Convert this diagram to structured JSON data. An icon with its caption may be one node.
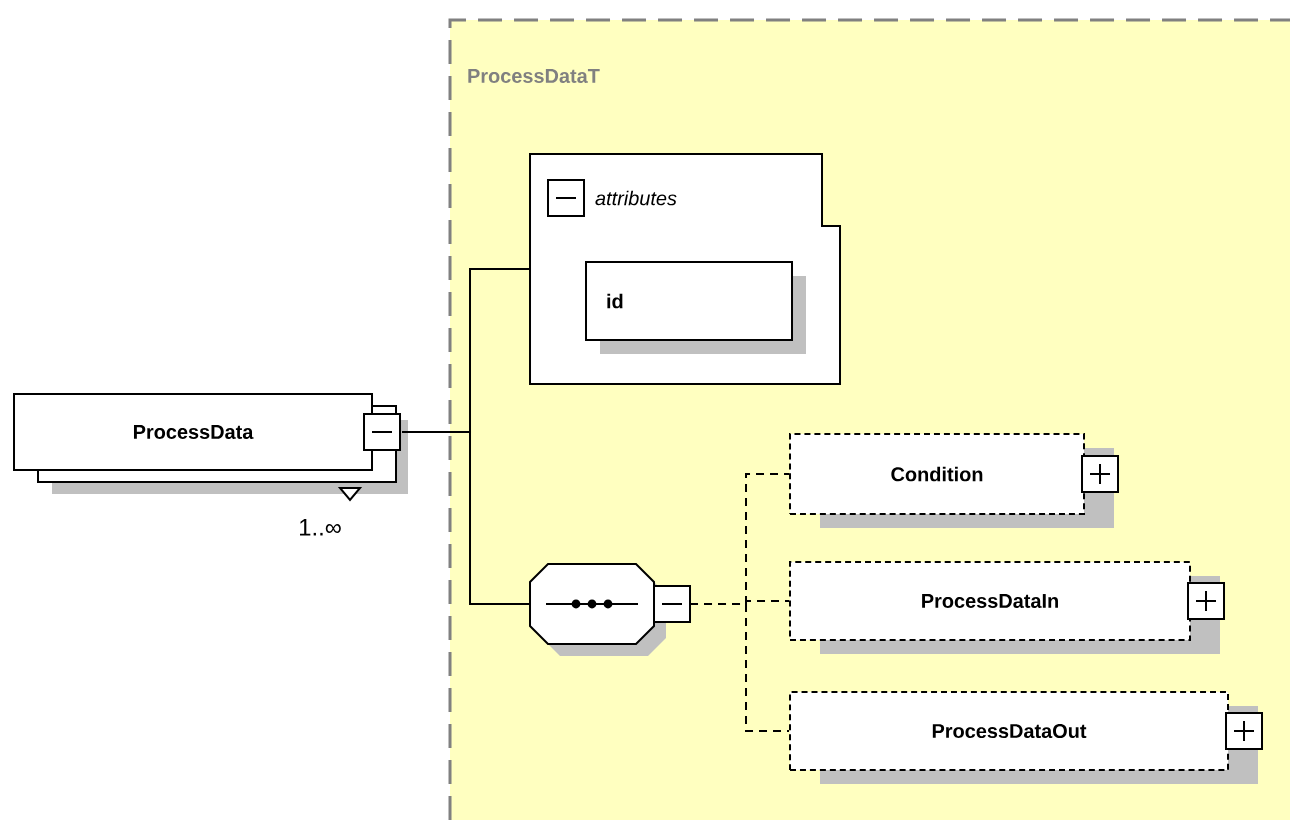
{
  "diagram": {
    "nodes": [
      {
        "text": [
          "ProcessData"
        ],
        "beside": [
          "1..∞"
        ]
      },
      {
        "text": [
          "ProcessDataT"
        ]
      },
      {
        "text": [
          "attributes"
        ],
        "in": 1
      },
      {
        "text": [
          "id"
        ],
        "in": 2
      },
      {
        "text": [],
        "shape": "octagon",
        "in": 1
      },
      {
        "text": [
          "Condition"
        ],
        "in": 1
      },
      {
        "text": [
          "ProcessDataIn"
        ],
        "in": 1
      },
      {
        "text": [
          "ProcessDataOut"
        ],
        "in": 1
      }
    ],
    "edges": [
      {
        "from": 0,
        "to": 2,
        "arrow": "none"
      },
      {
        "from": 0,
        "to": 4,
        "arrow": "none"
      },
      {
        "from": 4,
        "to": 5,
        "arrow": "none",
        "style": "dashed"
      },
      {
        "from": 4,
        "to": 6,
        "arrow": "none",
        "style": "dashed"
      },
      {
        "from": 4,
        "to": 7,
        "arrow": "none",
        "style": "dashed"
      }
    ]
  }
}
